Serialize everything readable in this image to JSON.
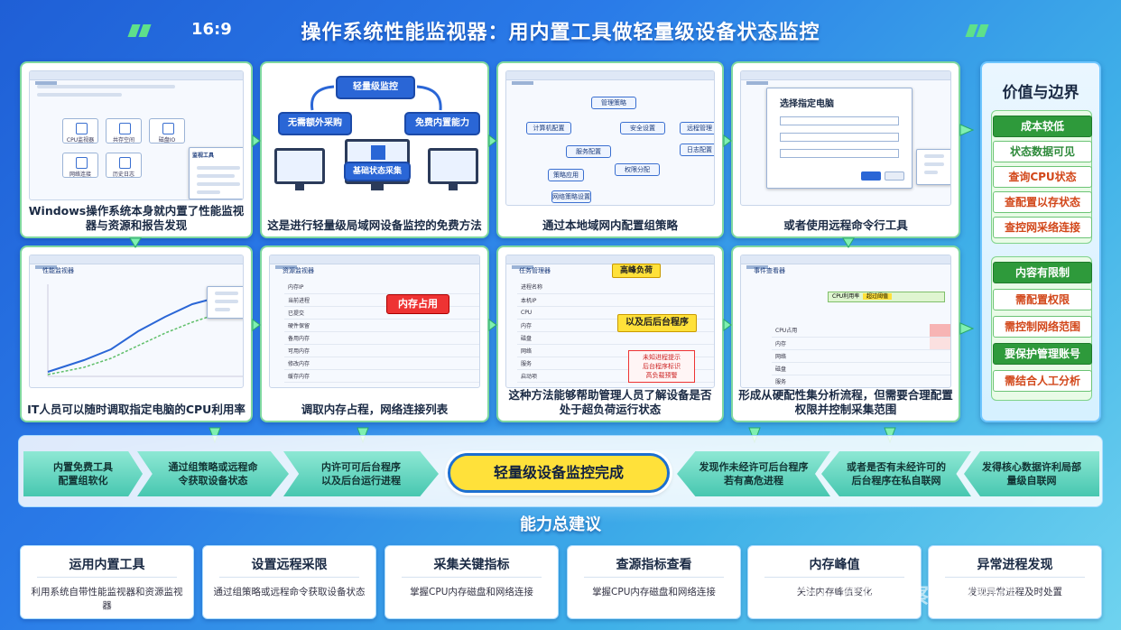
{
  "header": {
    "ratio": "16:9",
    "title": "操作系统性能监视器：用内置工具做轻量级设备状态监控"
  },
  "row1": [
    {
      "caption": "Windows操作系统本身就内置了性能监视器与资源和报告发现",
      "tiles": [
        "CPU监视器",
        "共存空间",
        "磁盘IO",
        "网络连接",
        "历史日志"
      ],
      "menu_title": "监视工具"
    },
    {
      "caption": "这是进行轻量级局域网设备监控的免费方法",
      "nodes": {
        "top": "轻量级监控",
        "left": "无需额外采购",
        "right": "免费内置能力",
        "center": "基础状态采集"
      }
    },
    {
      "caption": "通过本地域网内配置组策略",
      "nodes": [
        "管理策略",
        "计算机配置",
        "安全设置",
        "远程管理",
        "服务配置",
        "日志配置",
        "策略应用",
        "权限分配",
        "网络策略设置"
      ]
    },
    {
      "caption": "或者使用远程命令行工具",
      "dialog_title": "选择指定电脑"
    }
  ],
  "row2": [
    {
      "caption": "IT人员可以随时调取指定电脑的CPU利用率",
      "window_title": "性能监视器"
    },
    {
      "caption": "调取内存占程，网络连接列表",
      "window_title": "资源监视器",
      "rows": [
        "内存IP",
        "当前进程",
        "已提交",
        "硬件保留",
        "备用内存",
        "可用内存",
        "修改内存",
        "缓存内存"
      ],
      "callout": "内存占用"
    },
    {
      "caption": "这种方法能够帮助管理人员了解设备是否处于超负荷运行状态",
      "window_title": "任务管理器",
      "rows": [
        "进程名称",
        "本机IP",
        "CPU",
        "内存",
        "磁盘",
        "网络",
        "服务",
        "启动项"
      ],
      "callout_top": "高峰负荷",
      "callout_yellow": "以及后后台程序",
      "warn_note": [
        "未知进程提示",
        "后台程序标识",
        "高负载预警"
      ]
    },
    {
      "caption": "形成从硬配性集分析流程，但需要合理配置权限并控制采集范围",
      "window_title": "事件查看器",
      "search_label": "CPU利用率",
      "search_hint": "超过阈值",
      "rows": [
        "CPU占用",
        "内存",
        "网络",
        "磁盘",
        "服务"
      ]
    }
  ],
  "side": {
    "title": "价值与边界",
    "group1": [
      "成本较低",
      "状态数据可见",
      "查询CPU状态",
      "查配置以存状态",
      "查控网采络连接"
    ],
    "group2": [
      "内容有限制",
      "需配置权限",
      "需控制网络范围",
      "要保护管理账号",
      "需结合人工分析"
    ]
  },
  "flow": {
    "steps_left": [
      "内置免费工具\n配置组软化",
      "通过组策略或远程命\n令获取设备状态",
      "内许可可后台程序\n以及后台运行进程"
    ],
    "center": "轻量级设备监控完成",
    "steps_right": [
      "发现作未经许可后台程序\n若有高危进程",
      "或者是否有未经许可的\n后台程序在私自联网",
      "发得核心数据许利局部\n量级自联网"
    ]
  },
  "summary": {
    "title": "能力总建议",
    "cards": [
      {
        "h": "运用内置工具",
        "d": "利用系统自带性能监视器和资源监视器"
      },
      {
        "h": "设置远程采限",
        "d": "通过组策略或远程命令获取设备状态"
      },
      {
        "h": "采集关键指标",
        "d": "掌握CPU内存磁盘和网络连接"
      },
      {
        "h": "查源指标查看",
        "d": "掌握CPU内存磁盘和网络连接"
      },
      {
        "h": "内存峰值",
        "d": "关注内存峰值变化"
      },
      {
        "h": "异常进程发现",
        "d": "发现异常进程及时处置"
      }
    ]
  },
  "watermark": "@石家庄洞察之眼软件"
}
